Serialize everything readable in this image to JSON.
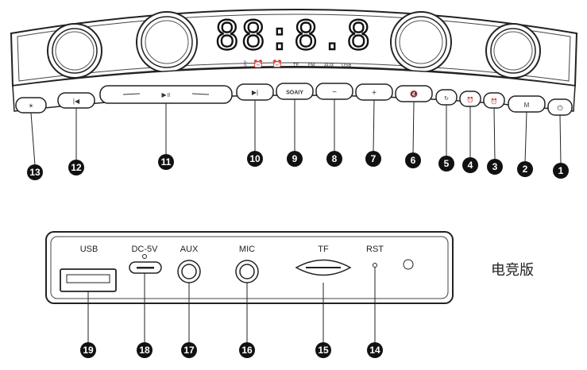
{
  "display": {
    "digits": "88:8.8",
    "indicators": [
      "TF",
      "FM",
      "AUX",
      "USB"
    ],
    "bluetooth_icon": "bluetooth-icon",
    "alarm_icons": [
      "alarm-clock-icon",
      "alarm-clock-icon"
    ]
  },
  "front_buttons": [
    {
      "id": 13,
      "label": "",
      "icon": "lamp-icon"
    },
    {
      "id": 12,
      "label": "",
      "icon": "previous-track-icon"
    },
    {
      "id": 11,
      "label": "",
      "icon": "play-pause-icon"
    },
    {
      "id": 10,
      "label": "",
      "icon": "next-track-icon"
    },
    {
      "id": 9,
      "label": "SOAIY",
      "icon": ""
    },
    {
      "id": 8,
      "label": "−",
      "icon": "volume-down-icon"
    },
    {
      "id": 7,
      "label": "+",
      "icon": "volume-up-icon"
    },
    {
      "id": 6,
      "label": "",
      "icon": "mute-icon"
    },
    {
      "id": 5,
      "label": "",
      "icon": "repeat-icon"
    },
    {
      "id": 4,
      "label": "",
      "icon": "alarm-1-icon"
    },
    {
      "id": 3,
      "label": "",
      "icon": "alarm-2-icon"
    },
    {
      "id": 2,
      "label": "M",
      "icon": "mode-icon"
    },
    {
      "id": 1,
      "label": "",
      "icon": "power-icon"
    }
  ],
  "back_panel": {
    "ports": [
      {
        "id": 19,
        "label": "USB"
      },
      {
        "id": 18,
        "label": "DC-5V"
      },
      {
        "id": 17,
        "label": "AUX"
      },
      {
        "id": 16,
        "label": "MIC"
      },
      {
        "id": 15,
        "label": "TF"
      },
      {
        "id": 14,
        "label": "RST"
      }
    ],
    "edition_label": "电竞版"
  },
  "colors": {
    "outline": "#222222",
    "callout_fill": "#111111",
    "display_digits": "#111111"
  }
}
